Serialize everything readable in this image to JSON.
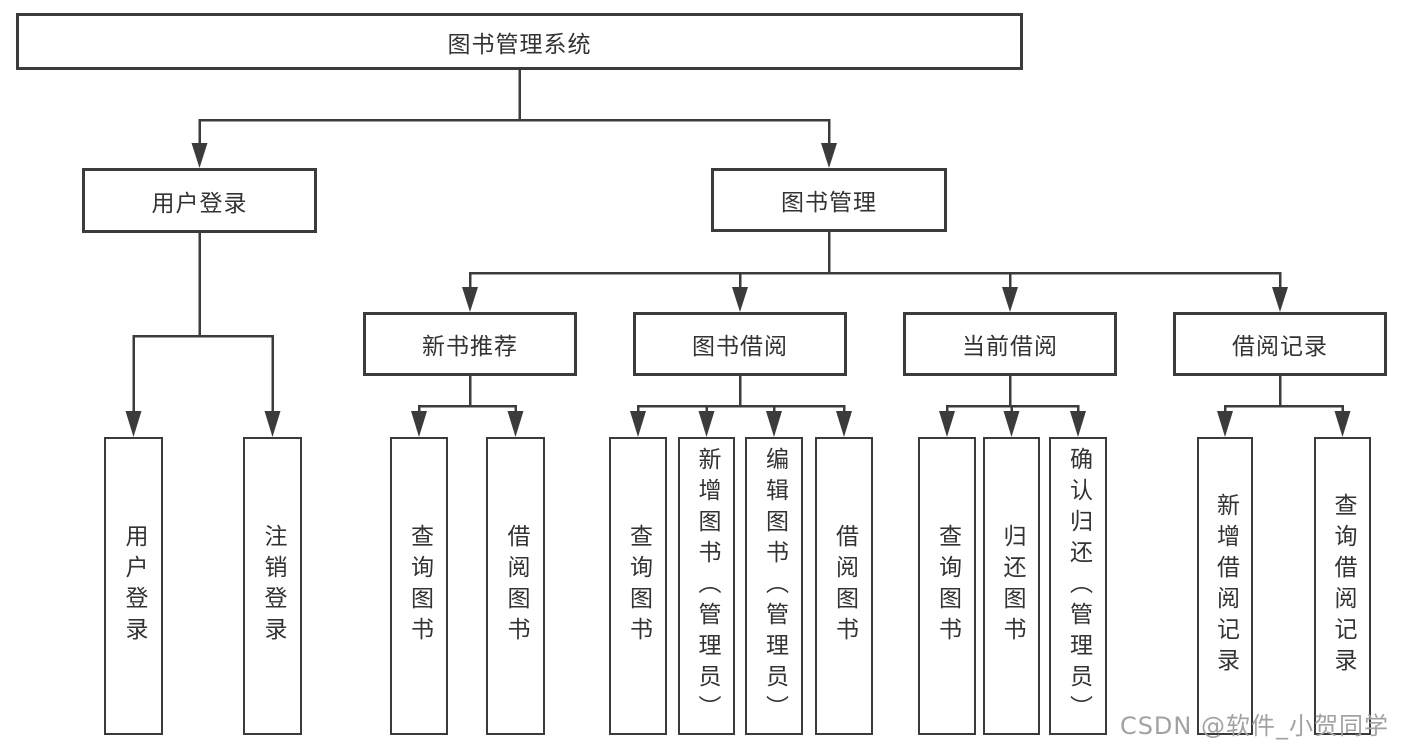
{
  "diagram": {
    "root": {
      "label": "图书管理系统"
    },
    "branches": [
      {
        "label": "用户登录",
        "children": [
          "用户登录",
          "注销登录"
        ]
      },
      {
        "label": "图书管理",
        "sections": [
          {
            "label": "新书推荐",
            "children": [
              "查询图书",
              "借阅图书"
            ]
          },
          {
            "label": "图书借阅",
            "children": [
              "查询图书",
              "新增图书（管理员）",
              "编辑图书（管理员）",
              "借阅图书"
            ]
          },
          {
            "label": "当前借阅",
            "children": [
              "查询图书",
              "归还图书",
              "确认归还（管理员）"
            ]
          },
          {
            "label": "借阅记录",
            "children": [
              "新增借阅记录",
              "查询借阅记录"
            ]
          }
        ]
      }
    ],
    "watermark": "CSDN @软件_小贺同学"
  }
}
